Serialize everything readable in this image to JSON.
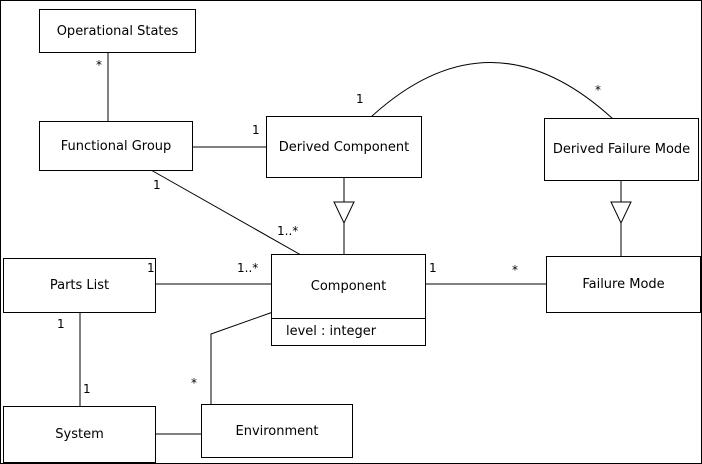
{
  "diagram": {
    "type": "uml-class-diagram",
    "classes": [
      {
        "name": "Operational States"
      },
      {
        "name": "Functional Group"
      },
      {
        "name": "Derived Component"
      },
      {
        "name": "Derived Failure Mode"
      },
      {
        "name": "Parts List"
      },
      {
        "name": "Component",
        "attributes": [
          "level : integer"
        ]
      },
      {
        "name": "Failure Mode"
      },
      {
        "name": "System"
      },
      {
        "name": "Environment"
      }
    ],
    "multiplicities": [
      "*",
      "1",
      "1",
      "*",
      "1",
      "1..*",
      "1",
      "1..*",
      "1",
      "*",
      "1",
      "1",
      "*"
    ],
    "relations": [
      {
        "from": "Operational States",
        "to": "Functional Group",
        "kind": "association",
        "from_multiplicity": "*"
      },
      {
        "from": "Functional Group",
        "to": "Derived Component",
        "kind": "association",
        "to_multiplicity": "1"
      },
      {
        "from": "Derived Component",
        "to": "Derived Failure Mode",
        "kind": "association",
        "from_multiplicity": "1",
        "to_multiplicity": "*"
      },
      {
        "from": "Functional Group",
        "to": "Component",
        "kind": "association",
        "from_multiplicity": "1",
        "to_multiplicity": "1..*"
      },
      {
        "from": "Derived Component",
        "to": "Component",
        "kind": "generalization"
      },
      {
        "from": "Derived Failure Mode",
        "to": "Failure Mode",
        "kind": "generalization"
      },
      {
        "from": "Parts List",
        "to": "Component",
        "kind": "association",
        "from_multiplicity": "1",
        "to_multiplicity": "1..*"
      },
      {
        "from": "Component",
        "to": "Failure Mode",
        "kind": "association",
        "from_multiplicity": "1",
        "to_multiplicity": "*"
      },
      {
        "from": "Parts List",
        "to": "System",
        "kind": "association",
        "from_multiplicity": "1",
        "to_multiplicity": "1"
      },
      {
        "from": "Component",
        "to": "Environment",
        "kind": "association",
        "to_multiplicity": "*"
      },
      {
        "from": "System",
        "to": "Environment",
        "kind": "association"
      }
    ],
    "colors": {
      "line": "#000000",
      "box_fill": "#ffffff",
      "background": "#ffffff",
      "text": "#000000"
    }
  }
}
